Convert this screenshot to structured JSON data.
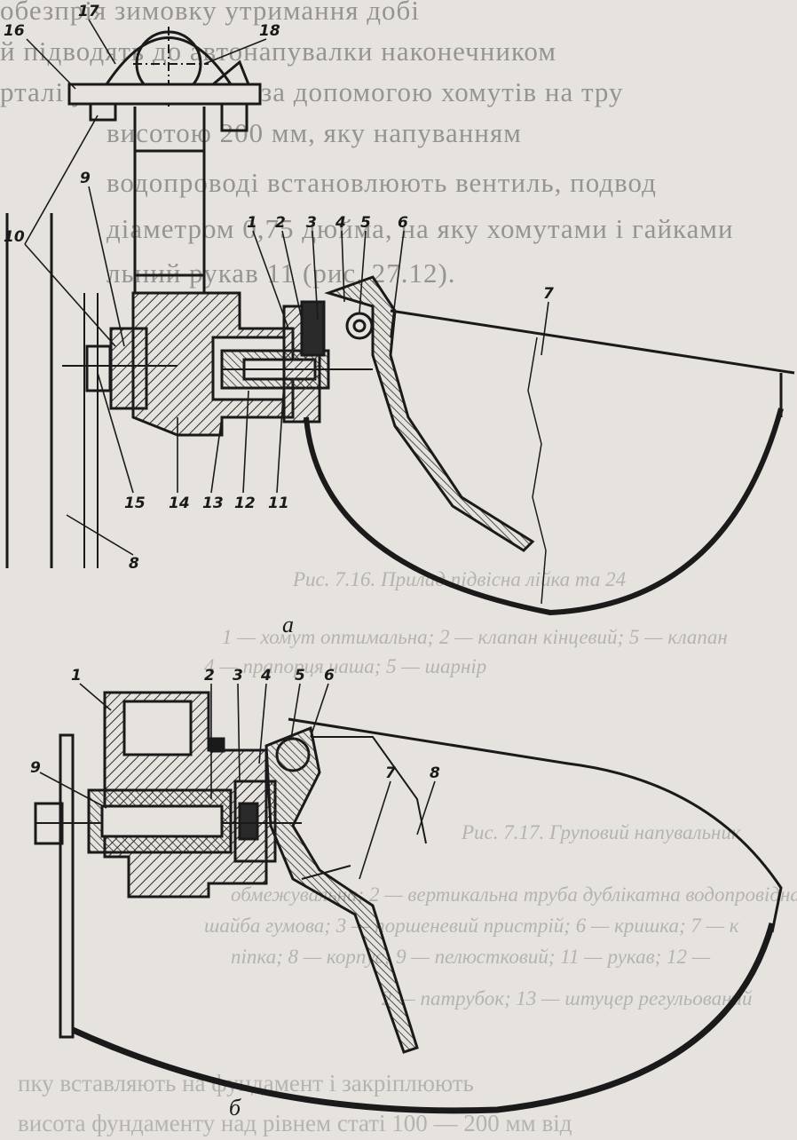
{
  "background_text": {
    "line1": "обезпрія зимовку утримання добі",
    "line2": "й підводять до автонапувалки наконечником",
    "line3": "рталі установлюють за допомогою хомутів на тру",
    "line4": "висотою 200 мм, яку напуванням",
    "line5": "водопроводі встановлюють вентиль, подвод",
    "line6": "діаметром 0,75 дюйма, на яку хомутами і гайками",
    "line7": "льний рукав 11 (рис. 27.12)."
  },
  "ghost_text": {
    "g1": "Рис. 7.16. Прилад підвісна лійка та 24",
    "g2": "1 — хомут оптимальна; 2 — клапан кінцевий; 5 — клапан",
    "g3": "4 — прапорця чаша; 5 — шарнір",
    "g4": "Рис. 7.17. Груповий напувальник",
    "g5": "обмежувальна; 2 — вертикальна труба дублікатна водопровідна",
    "g6": "шайба гумова; 3 — поршеневий пристрій; 6 — кришка; 7 — к",
    "g7": "піпка; 8 — корпус; 9 — пелюстковий; 11 — рукав; 12 —",
    "g8": "2 — патрубок; 13 — штуцер регульований",
    "g9": "пку вставляють на фундамент і закріплюють",
    "g10": "висота фундаменту над рівнем статі 100 — 200 мм від"
  },
  "figure_a": {
    "label": "а",
    "callouts": [
      "17",
      "16",
      "18",
      "10",
      "9",
      "1",
      "2",
      "3",
      "4",
      "5",
      "6",
      "7",
      "15",
      "14",
      "13",
      "12",
      "11",
      "8"
    ]
  },
  "figure_b": {
    "label": "б",
    "callouts": [
      "1",
      "2",
      "3",
      "4",
      "5",
      "6",
      "9",
      "7",
      "8"
    ]
  },
  "colors": {
    "ink": "#1a1a1a",
    "paper": "#e6e3de",
    "hatch": "#2a2a2a"
  }
}
